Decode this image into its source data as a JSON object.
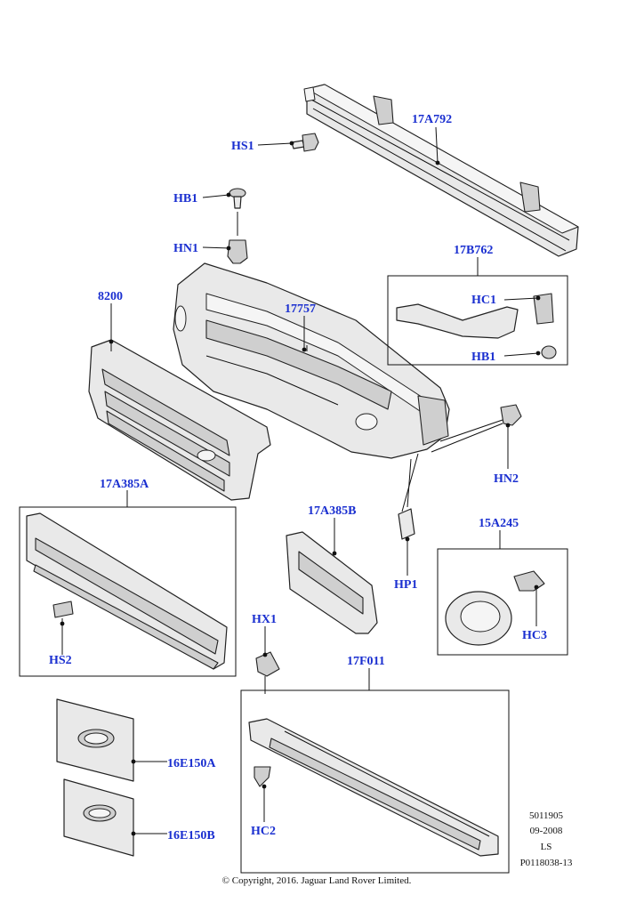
{
  "labels": {
    "hs1": "HS1",
    "a17a792": "17A792",
    "hb1_top": "HB1",
    "hn1": "HN1",
    "b17b762": "17B762",
    "hc1": "HC1",
    "hb1_box": "HB1",
    "p8200": "8200",
    "p17757": "17757",
    "hn2": "HN2",
    "a17a385a": "17A385A",
    "hs2": "HS2",
    "a17a385b": "17A385B",
    "hp1": "HP1",
    "a15a245": "15A245",
    "hc3": "HC3",
    "hx1": "HX1",
    "f17f011": "17F011",
    "e16e150a": "16E150A",
    "e16e150b": "16E150B",
    "hc2": "HC2"
  },
  "meta": {
    "line1": "5011905",
    "line2": "09-2008",
    "line3": "LS",
    "line4": "P0118038-13"
  },
  "copyright": "© Copyright, 2016. Jaguar Land Rover Limited."
}
